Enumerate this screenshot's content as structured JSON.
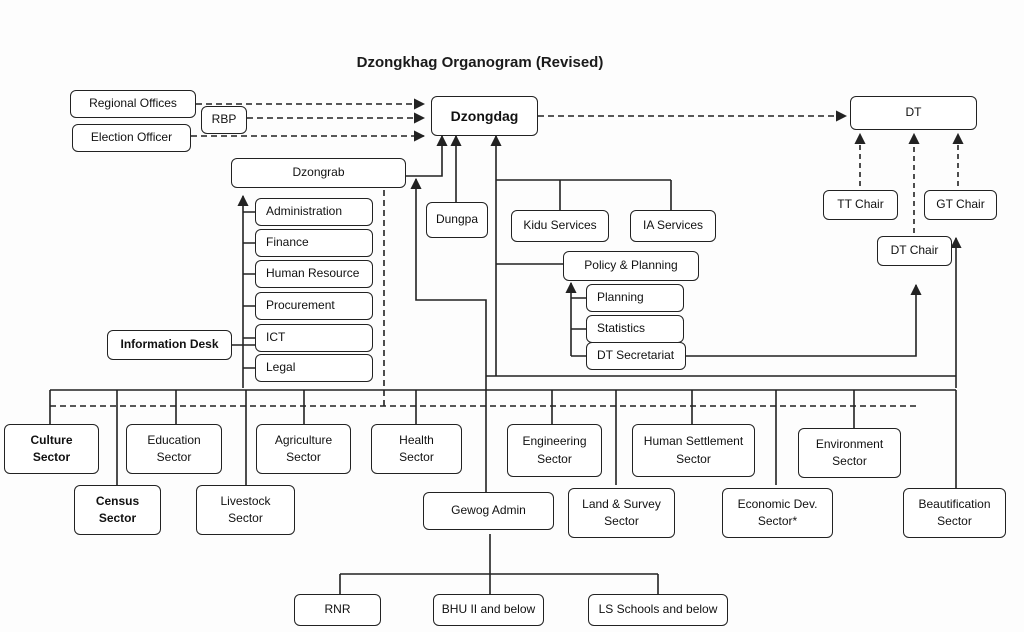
{
  "title": "Dzongkhag Organogram (Revised)",
  "nodes": {
    "regional_offices": "Regional Offices",
    "rbp": "RBP",
    "election_officer": "Election Officer",
    "dzongdag": "Dzongdag",
    "dt": "DT",
    "dzongrab": "Dzongrab",
    "administration": "Administration",
    "finance": "Finance",
    "human_resource": "Human Resource",
    "procurement": "Procurement",
    "ict": "ICT",
    "legal": "Legal",
    "information_desk": "Information Desk",
    "dungpa": "Dungpa",
    "kidu_services": "Kidu Services",
    "ia_services": "IA Services",
    "policy_planning": "Policy & Planning",
    "planning": "Planning",
    "statistics": "Statistics",
    "dt_secretariat": "DT Secretariat",
    "tt_chair": "TT Chair",
    "gt_chair": "GT Chair",
    "dt_chair": "DT Chair",
    "culture_sector": "Culture\nSector",
    "education_sector": "Education\nSector",
    "agriculture_sector": "Agriculture\nSector",
    "health_sector": "Health\nSector",
    "engineering_sector": "Engineering\nSector",
    "human_settlement_sector": "Human Settlement\nSector",
    "environment_sector": "Environment\nSector",
    "census_sector": "Census\nSector",
    "livestock_sector": "Livestock\nSector",
    "gewog_admin": "Gewog Admin",
    "land_survey_sector": "Land & Survey\nSector",
    "economic_dev_sector": "Economic Dev.\nSector*",
    "beautification_sector": "Beautification\nSector",
    "rnr": "RNR",
    "bhu": "BHU II and below",
    "ls_schools": "LS Schools and below"
  }
}
